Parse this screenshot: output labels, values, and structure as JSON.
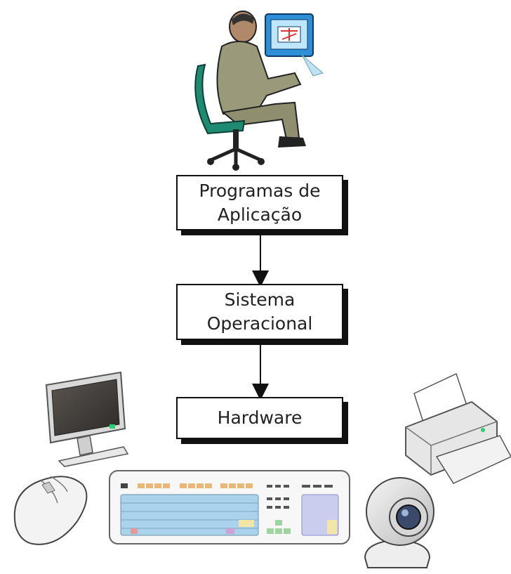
{
  "boxes": {
    "applications": {
      "line1": "Programas de",
      "line2": "Aplicação"
    },
    "operating_system": {
      "line1": "Sistema",
      "line2": "Operacional"
    },
    "hardware": {
      "label": "Hardware"
    }
  },
  "icons": {
    "user": "person-at-computer-icon",
    "monitor": "monitor-icon",
    "printer": "printer-icon",
    "mouse": "mouse-icon",
    "keyboard": "keyboard-icon",
    "webcam": "webcam-icon"
  },
  "colors": {
    "suit": "#9a9a7a",
    "chair": "#1f8a72",
    "screen": "#2f8fd6",
    "keyboard_keys": "#a9d3ea",
    "function_keys": "#e8b878"
  }
}
